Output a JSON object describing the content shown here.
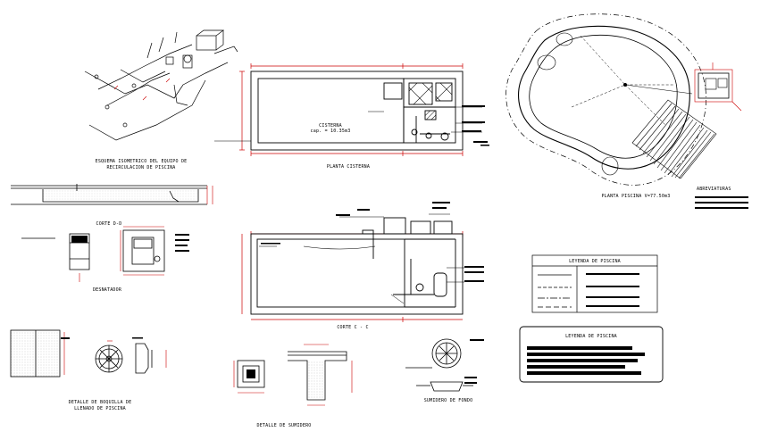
{
  "drawing": {
    "titles": {
      "isometric": "ESQUEMA ISOMETRICO DEL EQUIPO DE",
      "isometric_2": "RECIRCULACION DE PISCINA",
      "cistern_label": "CISTERNA",
      "cistern_capacity": "cap. = 10.35m3",
      "cistern_plan": "PLANTA CISTERNA",
      "pool_plan": "PLANTA PISCINA V=77.50m3",
      "abbreviations": "ABREVIATURAS",
      "section_dd": "CORTE D-D",
      "skimmer": "DESNATADOR",
      "section_cc": "CORTE C - C",
      "fill_nozzle": "DETALLE DE BOQUILLA DE",
      "fill_nozzle_2": "LLENADO DE PISCINA",
      "sump_detail": "DETALLE DE SUMIDERO",
      "bottom_sump": "SUMIDERO DE FONDO",
      "legend_1": "LEYENDA DE PISCINA",
      "legend_2": "LEYENDA DE PISCINA"
    }
  }
}
